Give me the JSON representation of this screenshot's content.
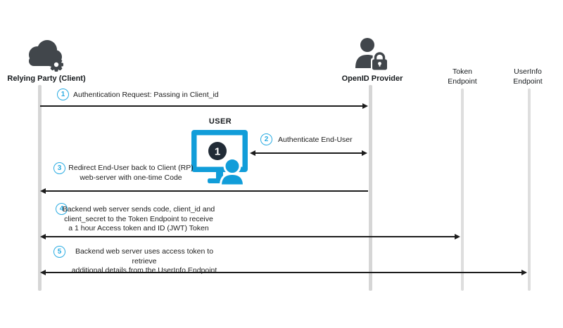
{
  "colors": {
    "accent_cyan": "#29abe2",
    "monitor_cyan": "#119dd9",
    "icon_dark": "#41464b",
    "badge_dark": "#212b36",
    "lifeline_gray": "#d6d6d6",
    "arrow_black": "#1c1c1c"
  },
  "actors": [
    {
      "id": "relying-party",
      "label": "Relying Party (Client)",
      "icon": "cloud-gear-icon"
    },
    {
      "id": "openid-provider",
      "label": "OpenID Provider",
      "icon": "person-lock-icon"
    },
    {
      "id": "token-endpoint",
      "label_line1": "Token",
      "label_line2": "Endpoint"
    },
    {
      "id": "userinfo-endpoint",
      "label_line1": "UserInfo",
      "label_line2": "Endpoint"
    }
  ],
  "user": {
    "label": "USER",
    "monitor_badge": "1"
  },
  "steps": [
    {
      "num": "1",
      "arrow": "right",
      "from": "relying-party",
      "to": "openid-provider",
      "lines": [
        "Authentication Request: Passing in Client_id"
      ]
    },
    {
      "num": "2",
      "arrow": "both",
      "from": "user",
      "to": "openid-provider",
      "lines": [
        "Authenticate End-User"
      ]
    },
    {
      "num": "3",
      "arrow": "left",
      "from": "openid-provider",
      "to": "relying-party",
      "lines": [
        "Redirect End-User back to Client (RP)",
        "web-server with one-time Code"
      ]
    },
    {
      "num": "4",
      "arrow": "both",
      "from": "relying-party",
      "to": "token-endpoint",
      "lines": [
        "Backend web server sends code, client_id and",
        "client_secret to the Token Endpoint to receive",
        "a 1 hour Access token and ID (JWT) Token"
      ]
    },
    {
      "num": "5",
      "arrow": "both",
      "from": "relying-party",
      "to": "userinfo-endpoint",
      "lines": [
        "Backend web server uses access token to retrieve",
        "additional details from the UserInfo Endpoint"
      ]
    }
  ]
}
